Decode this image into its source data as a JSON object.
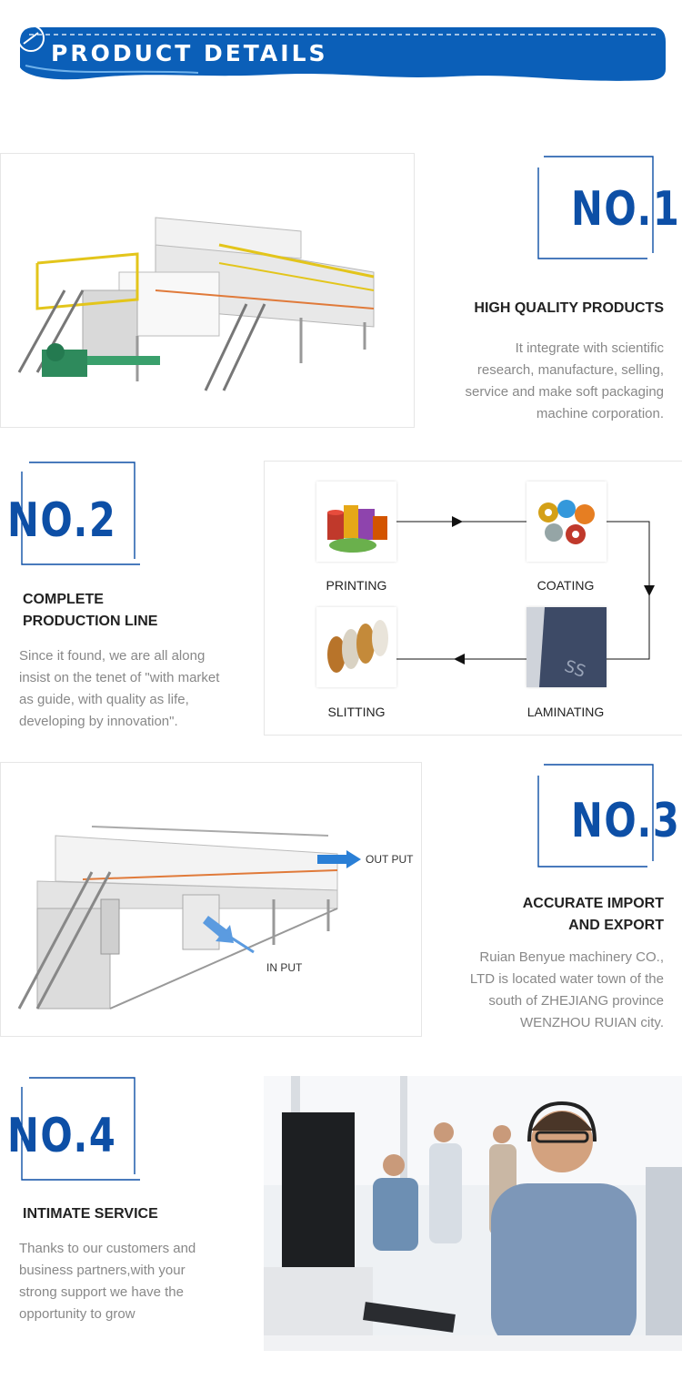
{
  "banner": {
    "title": "PRODUCT DETAILS"
  },
  "sections": [
    {
      "number": "NO.1",
      "heading_lines": [
        "HIGH QUALITY PRODUCTS"
      ],
      "desc_lines": [
        "It integrate with scientific",
        "research, manufacture, selling,",
        "service and make soft packaging",
        "machine corporation."
      ]
    },
    {
      "number": "NO.2",
      "heading_lines": [
        "COMPLETE",
        "PRODUCTION  LINE"
      ],
      "desc_lines": [
        "Since it found, we are all along",
        "insist on the tenet of \"with market",
        "as guide, with quality as life,",
        "developing by innovation\"."
      ]
    },
    {
      "number": "NO.3",
      "heading_lines": [
        "ACCURATE IMPORT",
        "AND EXPORT"
      ],
      "desc_lines": [
        "Ruian Benyue machinery CO.,",
        "LTD is located water town of the",
        "south of ZHEJIANG province",
        "WENZHOU RUIAN city."
      ]
    },
    {
      "number": "NO.4",
      "heading_lines": [
        "INTIMATE SERVICE"
      ],
      "desc_lines": [
        "Thanks to our customers and",
        "business partners,with your",
        "strong support we have the",
        "opportunity to grow"
      ]
    }
  ],
  "flow": {
    "printing": "PRINTING",
    "coating": "COATING",
    "slitting": "SLITTING",
    "laminating": "LAMINATING"
  },
  "io": {
    "output": "OUT PUT",
    "input": "IN PUT"
  },
  "colors": {
    "brand_blue": "#0d4fa6",
    "banner_blue": "#0b5fb8"
  }
}
